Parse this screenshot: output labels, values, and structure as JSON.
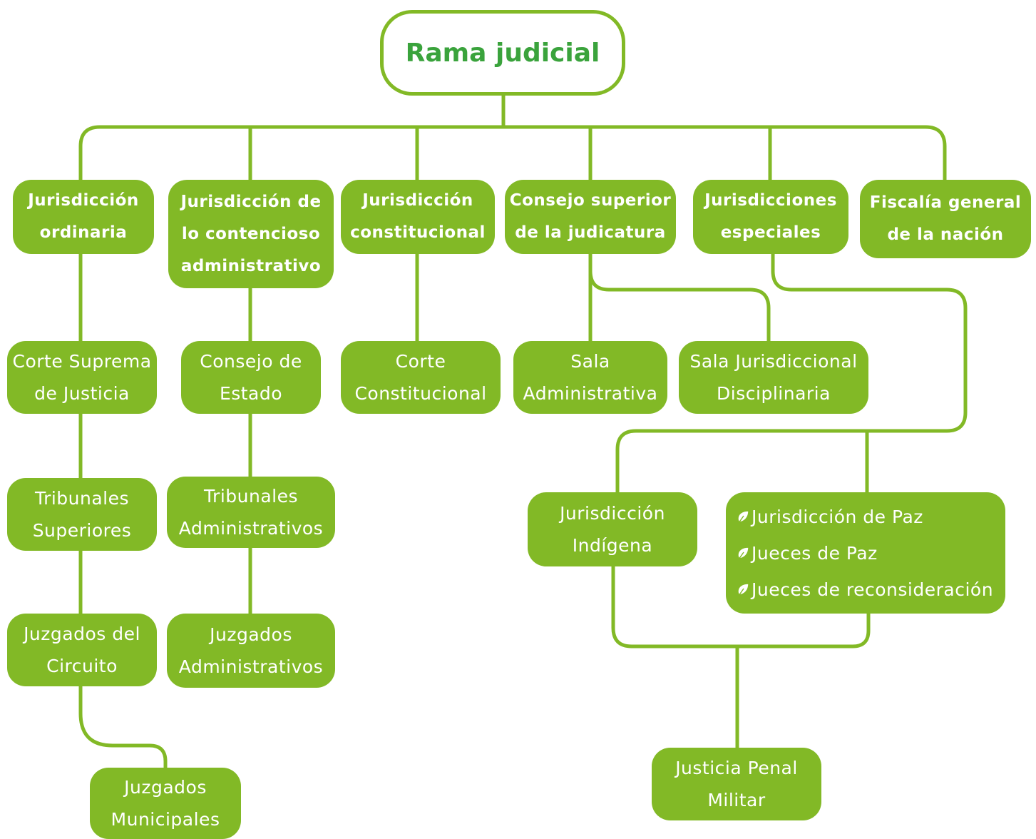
{
  "root": {
    "label": "Rama judicial"
  },
  "colors": {
    "node": "#82b926",
    "root_text": "#3aa33c",
    "line": "#82b926"
  },
  "branches": [
    {
      "id": "ordinaria",
      "lines": [
        "Jurisdicción",
        "ordinaria"
      ]
    },
    {
      "id": "contencioso",
      "lines": [
        "Jurisdicción de",
        "lo contencioso",
        "administrativo"
      ]
    },
    {
      "id": "constitucional",
      "lines": [
        "Jurisdicción",
        "constitucional"
      ]
    },
    {
      "id": "consejo",
      "lines": [
        "Consejo superior",
        "de la judicatura"
      ]
    },
    {
      "id": "especiales",
      "lines": [
        "Jurisdicciones",
        "especiales"
      ]
    },
    {
      "id": "fiscalia",
      "lines": [
        "Fiscalía general",
        "de la nación"
      ]
    }
  ],
  "nodes": {
    "corte_suprema": [
      "Corte Suprema",
      "de Justicia"
    ],
    "tribunales_superiores": [
      "Tribunales",
      "Superiores"
    ],
    "juzgados_circuito": [
      "Juzgados del",
      "Circuito"
    ],
    "juzgados_municipales": [
      "Juzgados",
      "Municipales"
    ],
    "consejo_estado": [
      "Consejo de",
      "Estado"
    ],
    "tribunales_admin": [
      "Tribunales",
      "Administrativos"
    ],
    "juzgados_admin": [
      "Juzgados",
      "Administrativos"
    ],
    "corte_constitucional": [
      "Corte",
      "Constitucional"
    ],
    "sala_admin": [
      "Sala",
      "Administrativa"
    ],
    "sala_disciplinaria": [
      "Sala Jurisdiccional",
      "Disciplinaria"
    ],
    "jurisdiccion_indigena": [
      "Jurisdicción",
      "Indígena"
    ],
    "justicia_penal_militar": [
      "Justicia Penal",
      "Militar"
    ]
  },
  "paz_list": {
    "icon": "leaf-icon",
    "items": [
      "Jurisdicción de Paz",
      "Jueces de Paz",
      "Jueces de reconsideración"
    ]
  }
}
